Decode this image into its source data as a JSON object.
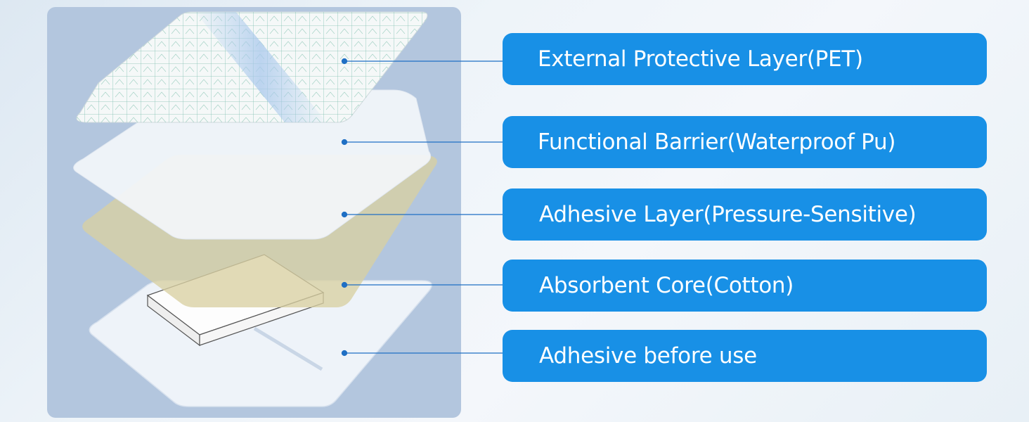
{
  "colors": {
    "panel": "#b3c6de",
    "label_bg": "#1890e6",
    "label_text": "#ffffff",
    "connector": "#1f6fc4",
    "adhesive_layer": "#d8cfa3",
    "pet_grid": "#7fbfb0",
    "pet_stripe": "#a9c8ec"
  },
  "layers": [
    {
      "label": "External Protective Layer(PET)",
      "icon": "pet-film-layer"
    },
    {
      "label": "Functional Barrier(Waterproof Pu)",
      "icon": "pu-film-layer"
    },
    {
      "label": "Adhesive Layer(Pressure-Sensitive)",
      "icon": "adhesive-layer"
    },
    {
      "label": "Absorbent Core(Cotton)",
      "icon": "cotton-pad"
    },
    {
      "label": "Adhesive before use",
      "icon": "release-liner"
    }
  ]
}
